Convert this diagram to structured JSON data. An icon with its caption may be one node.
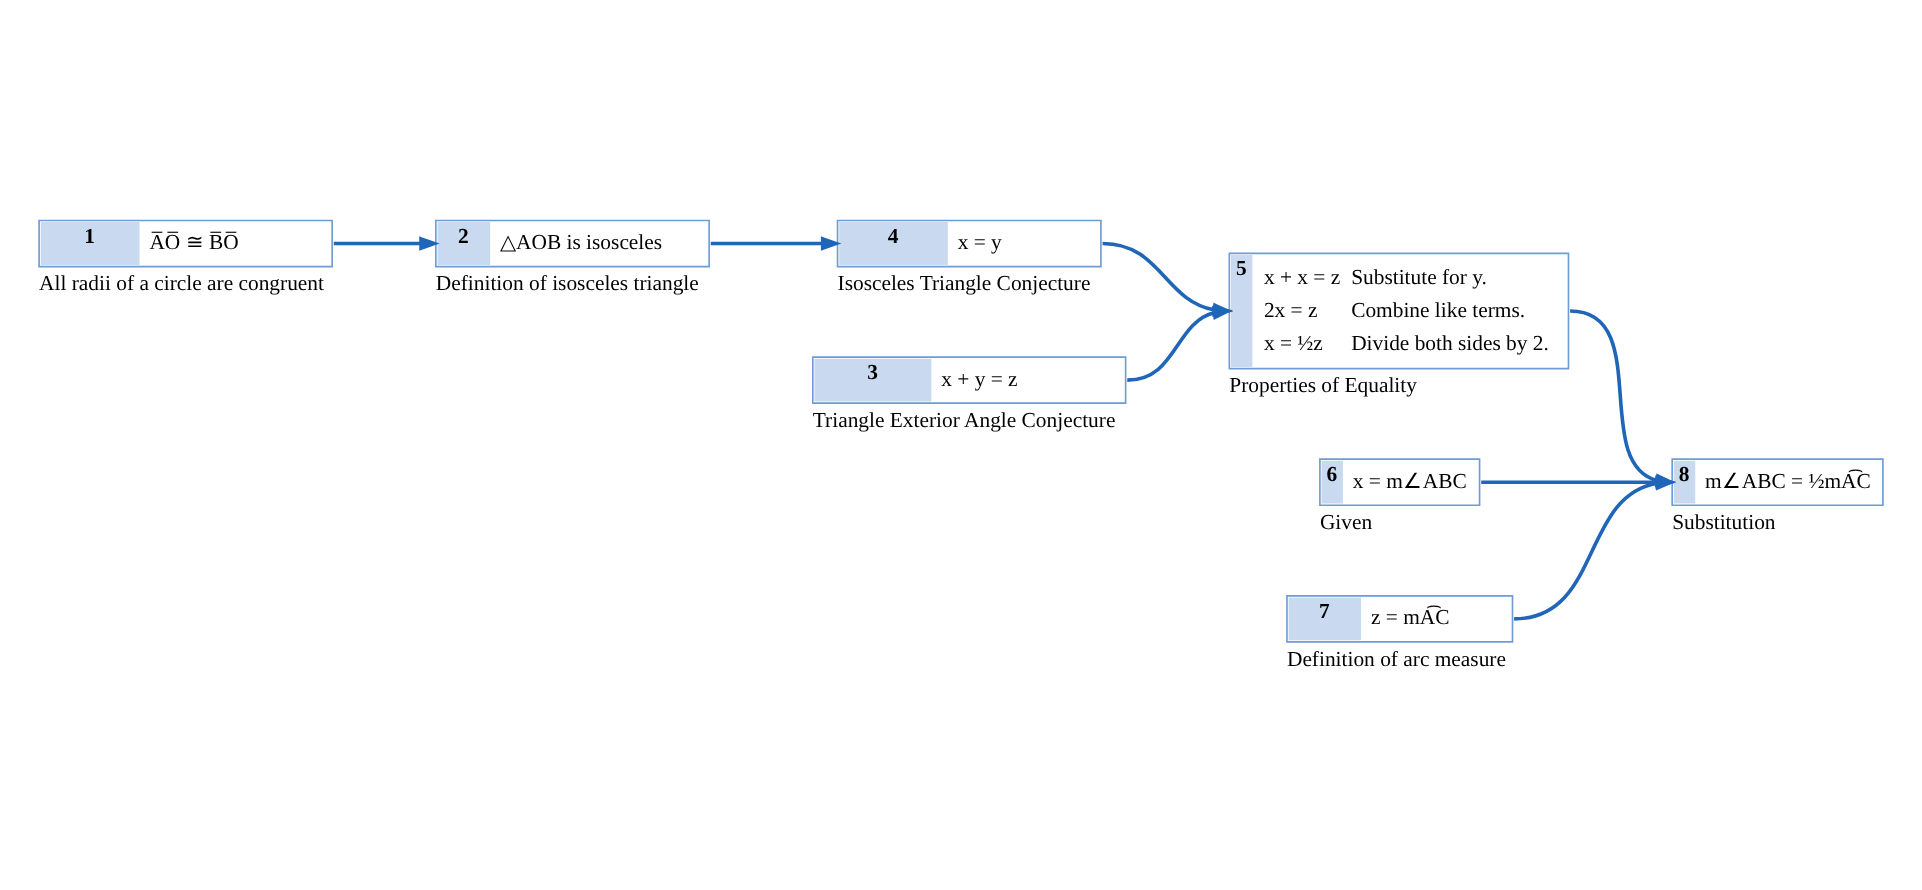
{
  "diagram": {
    "nodes": [
      {
        "text": [
          "1",
          "A̅O̅ ≅ B̅O̅"
        ],
        "beside": [
          "All radii of a circle are congruent"
        ]
      },
      {
        "text": [
          "2",
          "△AOB is isosceles"
        ],
        "beside": [
          "Definition of isosceles triangle"
        ]
      },
      {
        "text": [
          "3",
          "x + y = z"
        ],
        "beside": [
          "Triangle Exterior Angle Conjecture"
        ]
      },
      {
        "text": [
          "4",
          "x = y"
        ],
        "beside": [
          "Isosceles Triangle Conjecture"
        ]
      },
      {
        "text": [
          "5",
          "x + x = z",
          "Substitute for y.",
          "2x = z",
          "Combine like terms.",
          "x = ½z",
          "Divide both sides by 2."
        ],
        "beside": [
          "Properties of Equality"
        ]
      },
      {
        "text": [
          "6",
          "x = m∠ABC"
        ],
        "beside": [
          "Given"
        ]
      },
      {
        "text": [
          "7",
          "z = mA͡C"
        ],
        "beside": [
          "Definition of arc measure"
        ]
      },
      {
        "text": [
          "8",
          "m∠ABC = ½mA͡C"
        ],
        "beside": [
          "Substitution"
        ]
      }
    ],
    "edges": [
      {
        "from": 0,
        "to": 1,
        "arrow": "to"
      },
      {
        "from": 1,
        "to": 3,
        "arrow": "to"
      },
      {
        "from": 2,
        "to": 4,
        "arrow": "to"
      },
      {
        "from": 3,
        "to": 4,
        "arrow": "to"
      },
      {
        "from": 4,
        "to": 7,
        "arrow": "to"
      },
      {
        "from": 5,
        "to": 7,
        "arrow": "to"
      },
      {
        "from": 6,
        "to": 7,
        "arrow": "to"
      }
    ]
  }
}
